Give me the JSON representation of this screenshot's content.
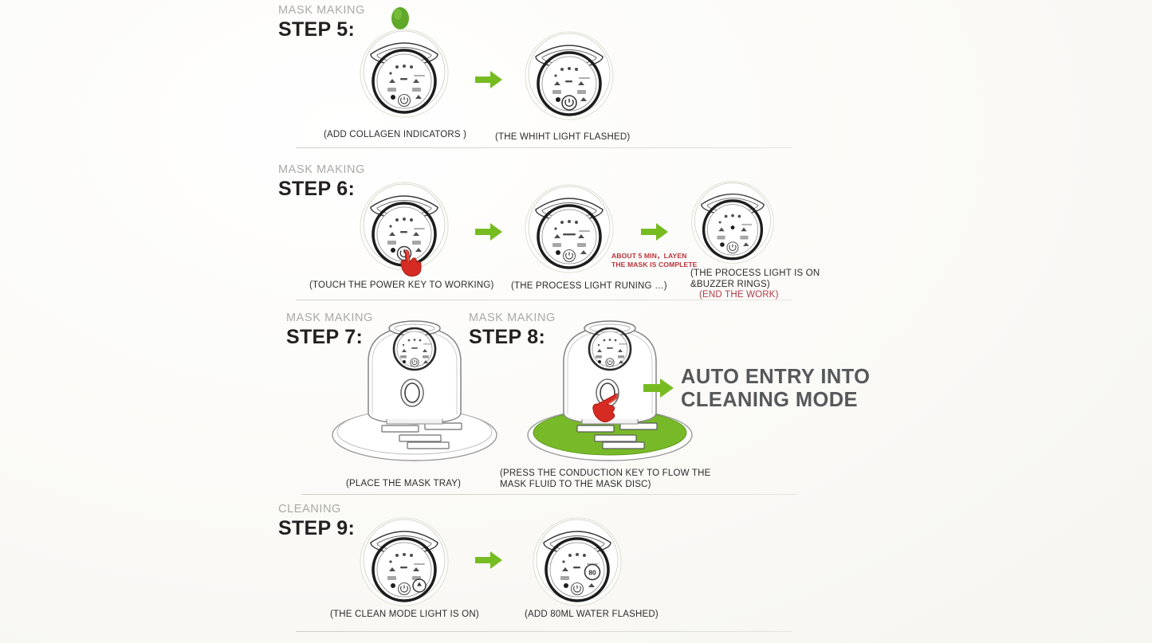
{
  "page": {
    "background_color": "#faf9f6",
    "accent_green": "#76bc21",
    "pointer_red": "#d32d23",
    "note_red": "#b8333b",
    "kicker_gray": "#a9aaa4",
    "title_black": "#231f20",
    "big_text_gray": "#56585a",
    "divider_color": "#d4d4ce"
  },
  "steps": [
    {
      "id": "step-5",
      "kicker": "MASK MAKING",
      "title": "STEP 5:",
      "panels": [
        {
          "caption": "(ADD COLLAGEN INDICATORS )"
        },
        {
          "caption": "(THE WHIHT  LIGHT FLASHED)"
        }
      ],
      "arrows": [
        "arrow-right"
      ],
      "props": [
        "collagen-pill"
      ]
    },
    {
      "id": "step-6",
      "kicker": "MASK MAKING",
      "title": "STEP 6:",
      "panels": [
        {
          "caption": "(TOUCH THE POWER KEY TO WORKING)"
        },
        {
          "caption": "(THE PROCESS  LIGHT RUNING …)"
        },
        {
          "caption": "(THE PROCESS  LIGHT IS ON\n&BUZZER RINGS)"
        }
      ],
      "note": "ABOUT 5 MIN，LAYEN\nTHE MASK IS COMPLETE",
      "end_note": "(END THE WORK)",
      "arrows": [
        "arrow-right",
        "arrow-right"
      ],
      "props": [
        "hand-pointer"
      ]
    },
    {
      "id": "step-7",
      "kicker": "MASK MAKING",
      "title": "STEP 7:",
      "panels": [
        {
          "caption": "(PLACE THE MASK TRAY)"
        }
      ]
    },
    {
      "id": "step-8",
      "kicker": "MASK MAKING",
      "title": "STEP 8:",
      "panels": [
        {
          "caption": "(PRESS THE CONDUCTION KEY TO FLOW THE\nMASK FLUID TO THE MASK DISC)"
        }
      ],
      "result_text": "AUTO ENTRY INTO\nCLEANING  MODE",
      "arrows": [
        "arrow-right"
      ],
      "props": [
        "hand-pointer",
        "green-mask-disc"
      ]
    },
    {
      "id": "step-9",
      "kicker": "CLEANING",
      "title": "STEP 9:",
      "panels": [
        {
          "caption": "(THE CLEAN  MODE LIGHT IS ON)"
        },
        {
          "caption": "(ADD 80ML WATER  FLASHED)"
        }
      ],
      "arrows": [
        "arrow-right"
      ],
      "device_badge": "80"
    }
  ]
}
